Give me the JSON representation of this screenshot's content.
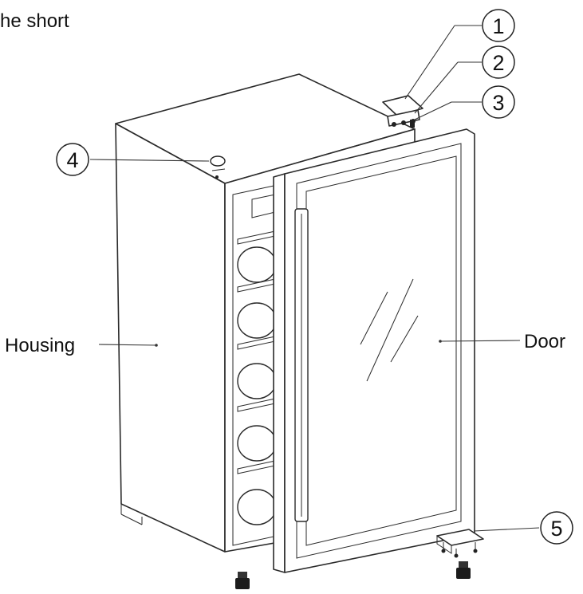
{
  "caption_fragment": "he short",
  "labels": {
    "housing": "Housing",
    "door": "Door"
  },
  "callouts": [
    "1",
    "2",
    "3",
    "4",
    "5"
  ]
}
